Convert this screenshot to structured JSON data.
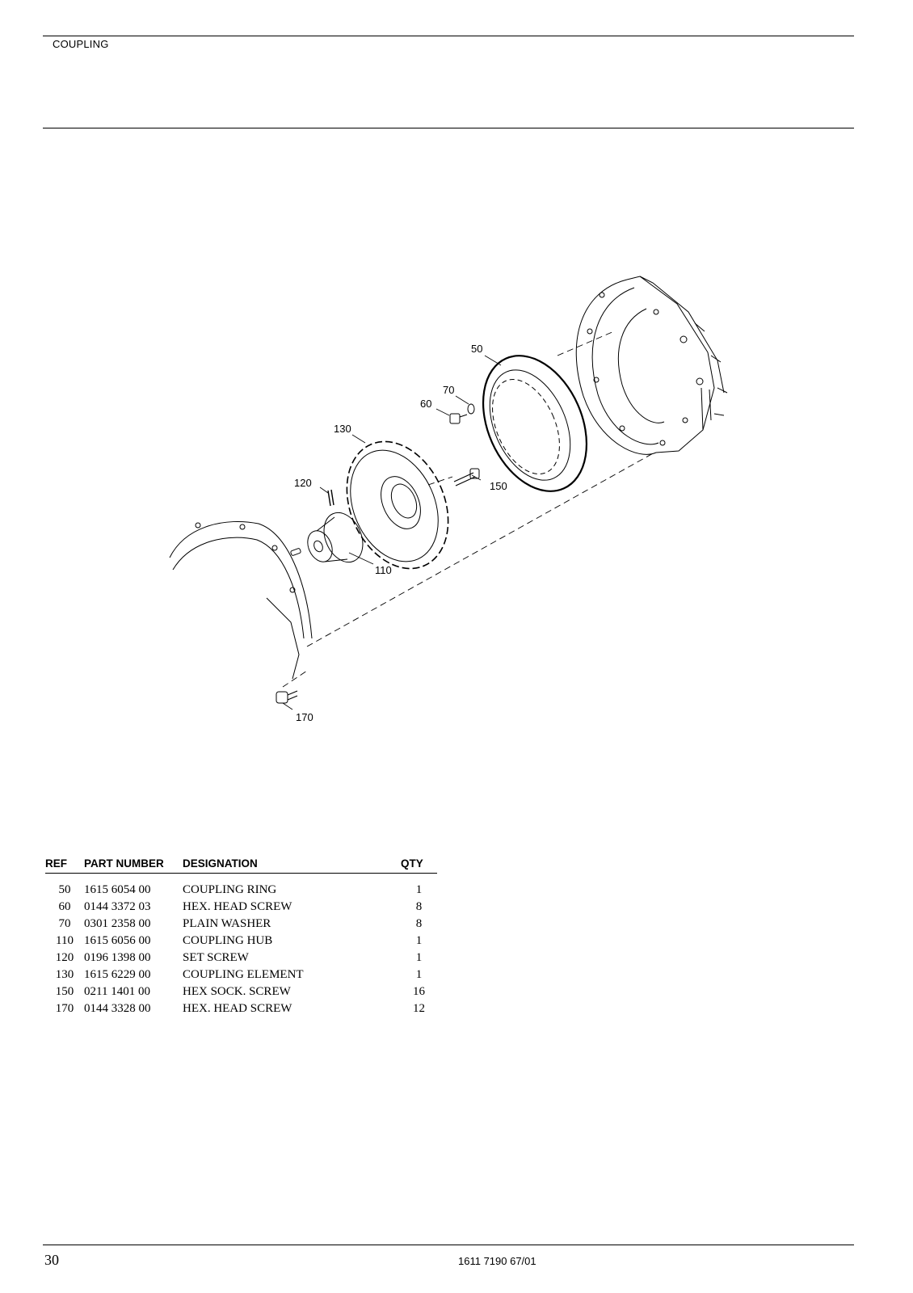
{
  "header": {
    "section_title": "COUPLING"
  },
  "diagram": {
    "callouts": [
      "50",
      "70",
      "60",
      "130",
      "120",
      "150",
      "110",
      "170"
    ]
  },
  "parts_table": {
    "columns": {
      "ref": "REF",
      "part_number": "PART NUMBER",
      "designation": "DESIGNATION",
      "qty": "QTY"
    },
    "rows": [
      {
        "ref": "50",
        "part_number": "1615 6054 00",
        "designation": "COUPLING RING",
        "qty": "1"
      },
      {
        "ref": "60",
        "part_number": "0144 3372 03",
        "designation": "HEX. HEAD SCREW",
        "qty": "8"
      },
      {
        "ref": "70",
        "part_number": "0301 2358 00",
        "designation": "PLAIN WASHER",
        "qty": "8"
      },
      {
        "ref": "110",
        "part_number": "1615 6056 00",
        "designation": "COUPLING HUB",
        "qty": "1"
      },
      {
        "ref": "120",
        "part_number": "0196 1398 00",
        "designation": "SET SCREW",
        "qty": "1"
      },
      {
        "ref": "130",
        "part_number": "1615 6229 00",
        "designation": "COUPLING ELEMENT",
        "qty": "1"
      },
      {
        "ref": "150",
        "part_number": "0211 1401 00",
        "designation": "HEX SOCK. SCREW",
        "qty": "16"
      },
      {
        "ref": "170",
        "part_number": "0144 3328 00",
        "designation": "HEX. HEAD SCREW",
        "qty": "12"
      }
    ]
  },
  "footer": {
    "page_number": "30",
    "document_number": "1611 7190 67/01"
  }
}
